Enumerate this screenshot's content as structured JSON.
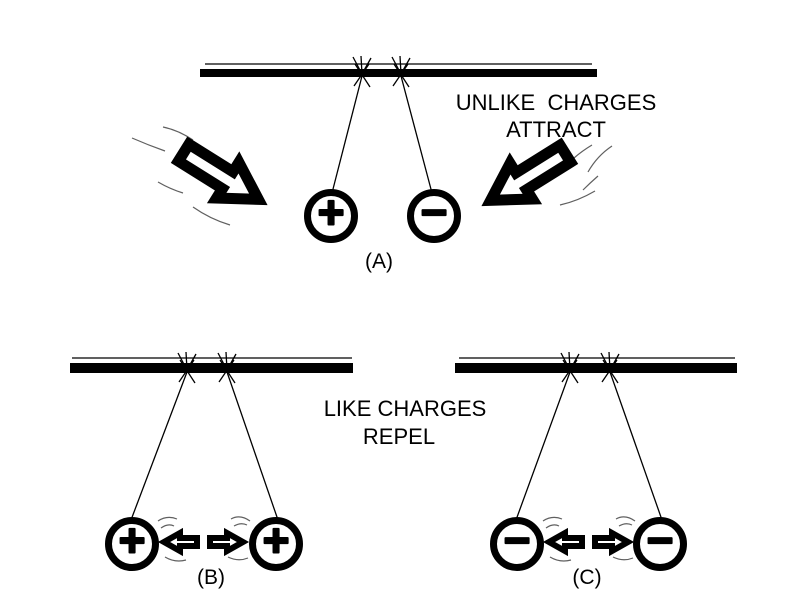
{
  "colors": {
    "ink": "#000000",
    "background": "#ffffff",
    "motion_line": "#606060"
  },
  "captions": {
    "unlike_line1": "UNLIKE  CHARGES",
    "unlike_line2": "ATTRACT",
    "like_line1": "LIKE CHARGES",
    "like_line2": "REPEL"
  },
  "panels": {
    "a": {
      "label": "(A)",
      "left_charge": "+",
      "right_charge": "−"
    },
    "b": {
      "label": "(B)",
      "left_charge": "+",
      "right_charge": "+"
    },
    "c": {
      "label": "(C)",
      "left_charge": "−",
      "right_charge": "−"
    }
  }
}
